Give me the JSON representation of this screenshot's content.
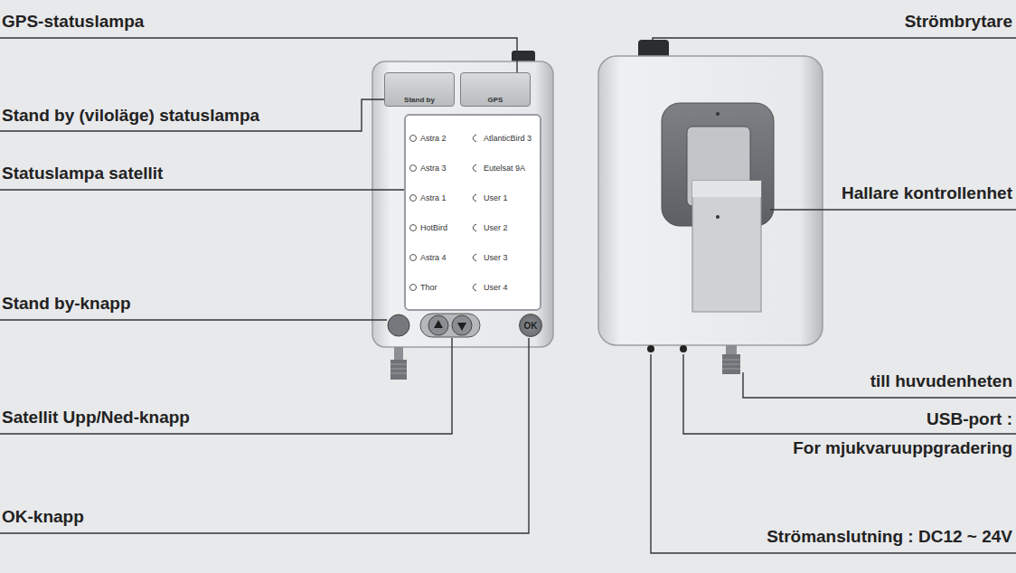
{
  "diagram": {
    "nodes": [
      {
        "text": [
          "Stand by"
        ]
      },
      {
        "text": [
          "GPS"
        ]
      },
      {
        "text": [
          "Astra 2",
          "AtlanticBird 3",
          "Astra 3",
          "Eutelsat 9A",
          "Astra 1",
          "User 1",
          "HotBird",
          "User 2",
          "Astra 4",
          "User 3",
          "Thor",
          "User 4"
        ]
      },
      {
        "text": [
          "OK"
        ]
      }
    ],
    "labels": [
      "GPS-statuslampa",
      "Stand by (viloläge) statuslampa",
      "Statuslampa satellit",
      "Stand by-knapp",
      "Satellit Upp/Ned-knapp",
      "OK-knapp",
      "Strömbrytare",
      "Hallare kontrollenhet",
      "till huvudenheten",
      "USB-port :",
      "For mjukvaruuppgradering",
      "Strömanslutning : DC12 ~ 24V"
    ]
  }
}
